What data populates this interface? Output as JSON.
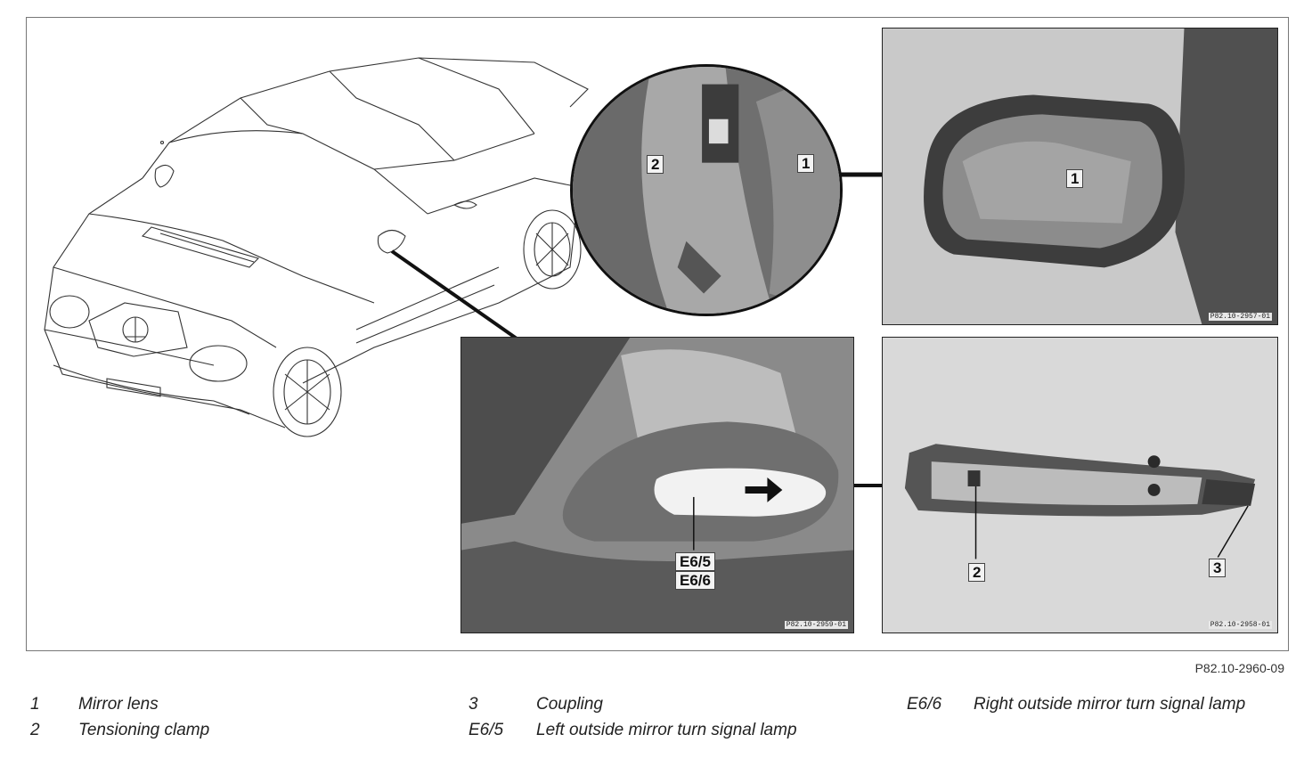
{
  "figure_ref": "P82.10-2960-09",
  "callouts": {
    "circle_2": "2",
    "circle_1": "1",
    "mirror_1": "1",
    "lamp_e65": "E6/5",
    "lamp_e66": "E6/6",
    "part_2": "2",
    "part_3": "3"
  },
  "photo_refs": {
    "mirror": "P82.10-2957-01",
    "lamp": "P82.10-2959-01",
    "part": "P82.10-2958-01"
  },
  "legend": {
    "col1": [
      {
        "num": "1",
        "label": "Mirror lens"
      },
      {
        "num": "2",
        "label": "Tensioning clamp"
      }
    ],
    "col2": [
      {
        "num": "3",
        "label": "Coupling"
      },
      {
        "num": "E6/5",
        "label": "Left outside mirror turn signal lamp"
      }
    ],
    "col3": [
      {
        "num": "E6/6",
        "label": "Right outside mirror turn signal lamp"
      }
    ]
  }
}
